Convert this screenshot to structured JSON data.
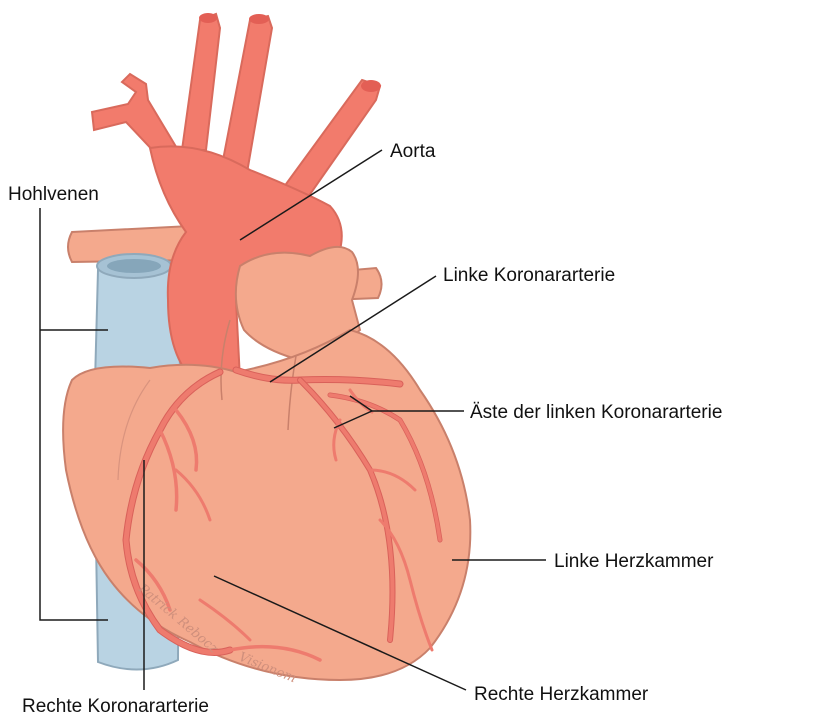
{
  "labels": {
    "aorta": "Aorta",
    "hohlvenen": "Hohlvenen",
    "linke_koronararterie": "Linke Koronararterie",
    "aeste_linke_koronararterie": "Äste der linken Koronararterie",
    "linke_herzkammer": "Linke Herzkammer",
    "rechte_herzkammer": "Rechte Herzkammer",
    "rechte_koronararterie": "Rechte Koronararterie"
  },
  "signature": {
    "line1": "Patrick Rebocz",
    "line2": "Visionom"
  },
  "colors": {
    "heart_fill": "#f4a98d",
    "heart_outline": "#c9806b",
    "aorta_fill": "#f27b6c",
    "vein_fill": "#b9d3e3",
    "vein_outline": "#8fa9bb",
    "coronary": "#ee7b6e"
  }
}
